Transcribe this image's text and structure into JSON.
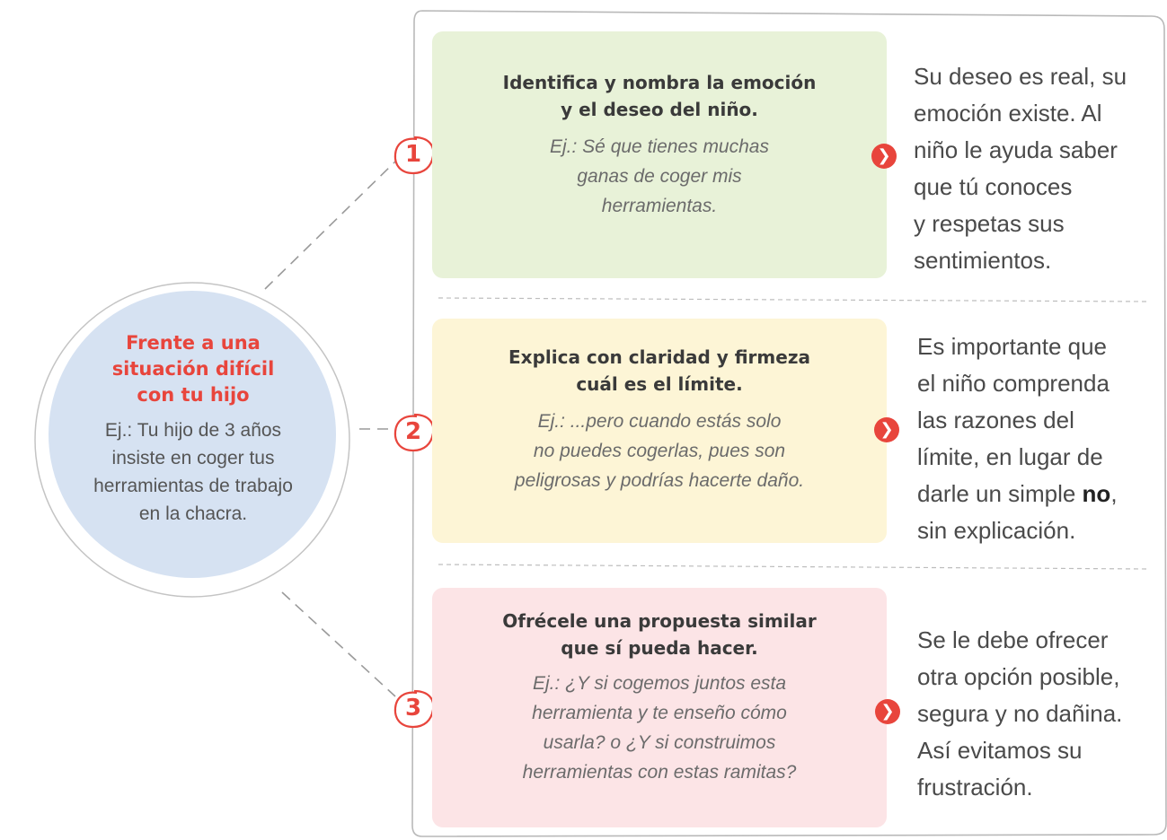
{
  "colors": {
    "accent": "#e8453c",
    "circle_fill": "#d6e2f2",
    "card_1": "#e8f2d8",
    "card_2": "#fdf5d6",
    "card_3": "#fce4e6",
    "arrow_icon": "chevron-right-icon"
  },
  "situation": {
    "title_lines": [
      "Frente a una",
      "situación difícil",
      "con tu hijo"
    ],
    "example_lines": [
      "Ej.: Tu hijo de 3 años",
      "insiste en coger tus",
      "herramientas de trabajo",
      "en  la chacra."
    ]
  },
  "steps": [
    {
      "number": "1",
      "title_lines": [
        "Identifica y nombra la emoción",
        "y el deseo del niño."
      ],
      "example_lines": [
        "Ej.: Sé que tienes muchas",
        "ganas de coger mis",
        "herramientas."
      ],
      "explanation_lines": [
        "Su deseo es real, su",
        "emoción existe. Al",
        "niño le ayuda saber",
        "que tú conoces",
        "y respetas sus",
        "sentimientos."
      ]
    },
    {
      "number": "2",
      "title_lines": [
        "Explica con claridad y firmeza",
        "cuál es el límite."
      ],
      "example_lines": [
        "Ej.: ...pero cuando estás solo",
        "no puedes cogerlas, pues son",
        "peligrosas y podrías hacerte daño."
      ],
      "explanation_lines": [
        "Es importante que",
        "el niño comprenda",
        "las razones del",
        "límite, en lugar de"
      ],
      "explanation_line5_before": "darle un simple ",
      "explanation_line5_bold": "no",
      "explanation_line5_after": ",",
      "explanation_line6": "sin explicación."
    },
    {
      "number": "3",
      "title_lines": [
        "Ofrécele una propuesta similar",
        "que sí pueda hacer."
      ],
      "example_lines": [
        "Ej.: ¿Y si cogemos juntos esta",
        "herramienta y te enseño cómo",
        "usarla? o ¿Y si construimos",
        "herramientas con estas ramitas?"
      ],
      "explanation_lines": [
        "Se le debe ofrecer",
        "otra opción posible,",
        "segura y no dañina.",
        "Así evitamos su",
        "frustración."
      ]
    }
  ]
}
